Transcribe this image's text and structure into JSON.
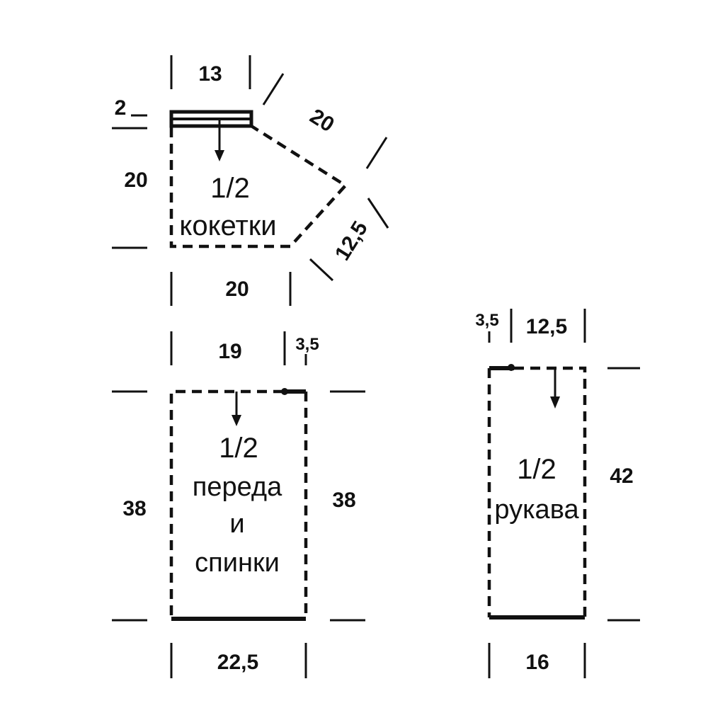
{
  "yoke": {
    "label_fraction": "1/2",
    "label_name": "кокетки",
    "dim_top": "13",
    "dim_band": "2",
    "dim_diagonal": "20",
    "dim_left": "20",
    "dim_slant": "12,5",
    "dim_bottom": "20"
  },
  "body": {
    "label_fraction": "1/2",
    "label_line1": "переда",
    "label_line2": "и",
    "label_line3": "спинки",
    "dim_top": "19",
    "dim_top_small": "3,5",
    "dim_left": "38",
    "dim_right": "38",
    "dim_bottom": "22,5"
  },
  "sleeve": {
    "label_fraction": "1/2",
    "label_name": "рукава",
    "dim_top_small": "3,5",
    "dim_top": "12,5",
    "dim_right": "42",
    "dim_bottom": "16"
  }
}
